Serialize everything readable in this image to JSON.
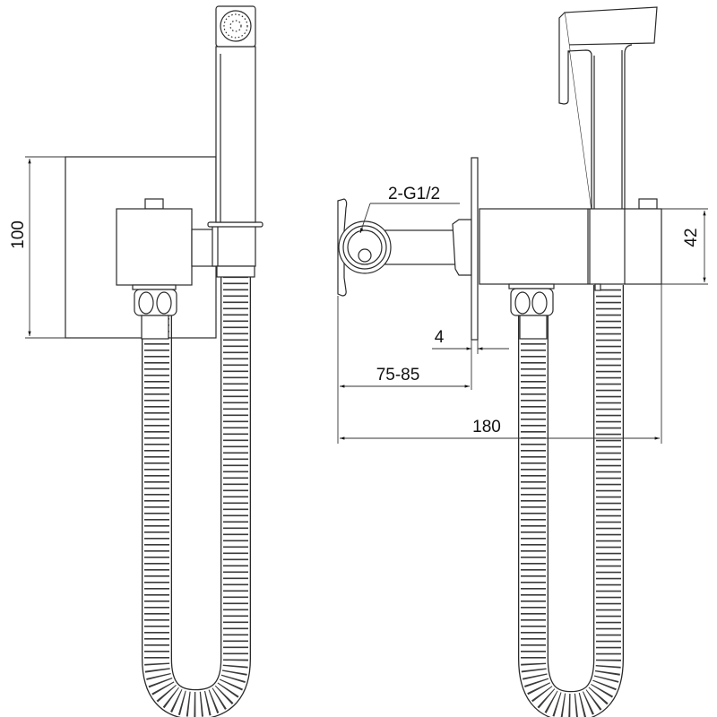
{
  "drawing": {
    "title": "Hygienic shower mixer technical drawing",
    "dimensions": {
      "height_plate": "100",
      "thread": "2-G1/2",
      "plate_thickness": "4",
      "wall_depth": "75-85",
      "total_length": "180",
      "body_height": "42"
    },
    "line_color": "#2a2a2a",
    "background": "#ffffff"
  }
}
